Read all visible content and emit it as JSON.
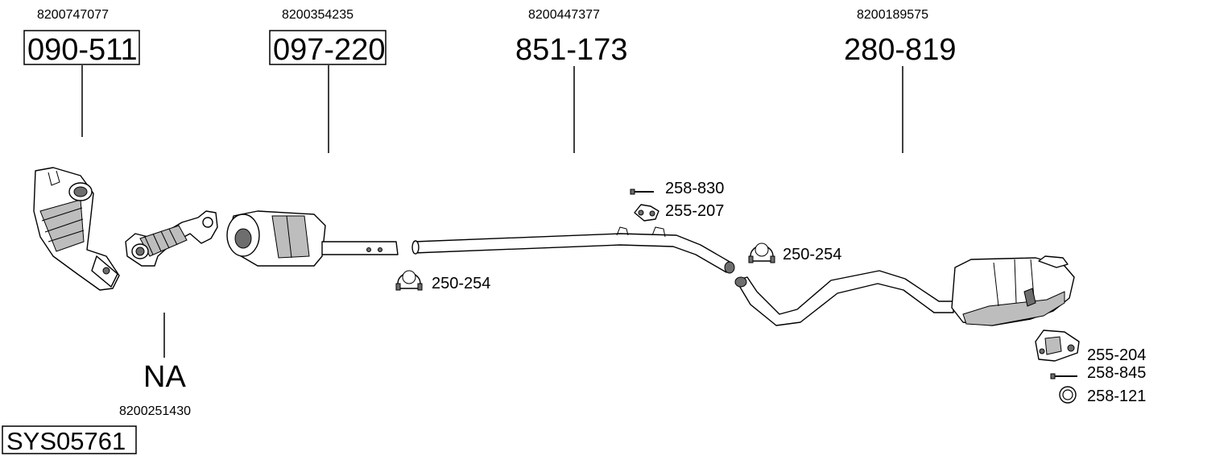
{
  "parts": {
    "catalyst": {
      "oem": "8200747077",
      "code": "090-511"
    },
    "dpf": {
      "oem": "8200354235",
      "code": "097-220"
    },
    "middle_pipe": {
      "oem": "8200447377",
      "code": "851-173"
    },
    "rear_muffler": {
      "oem": "8200189575",
      "code": "280-819"
    },
    "na_part": {
      "code": "NA",
      "oem": "8200251430"
    }
  },
  "accessories": {
    "bolt_top": "258-830",
    "rubber_mount_top": "255-207",
    "clamp_right": "250-254",
    "clamp_left": "250-254",
    "rubber_mount_rear": "255-204",
    "bolt_rear": "258-845",
    "ring_rear": "258-121"
  },
  "system_code": "SYS05761",
  "icons": [
    "catalytic-converter",
    "flex-pipe",
    "particulate-filter",
    "exhaust-pipe",
    "rear-silencer",
    "clamp",
    "rubber-mount",
    "bolt",
    "sealing-ring"
  ]
}
